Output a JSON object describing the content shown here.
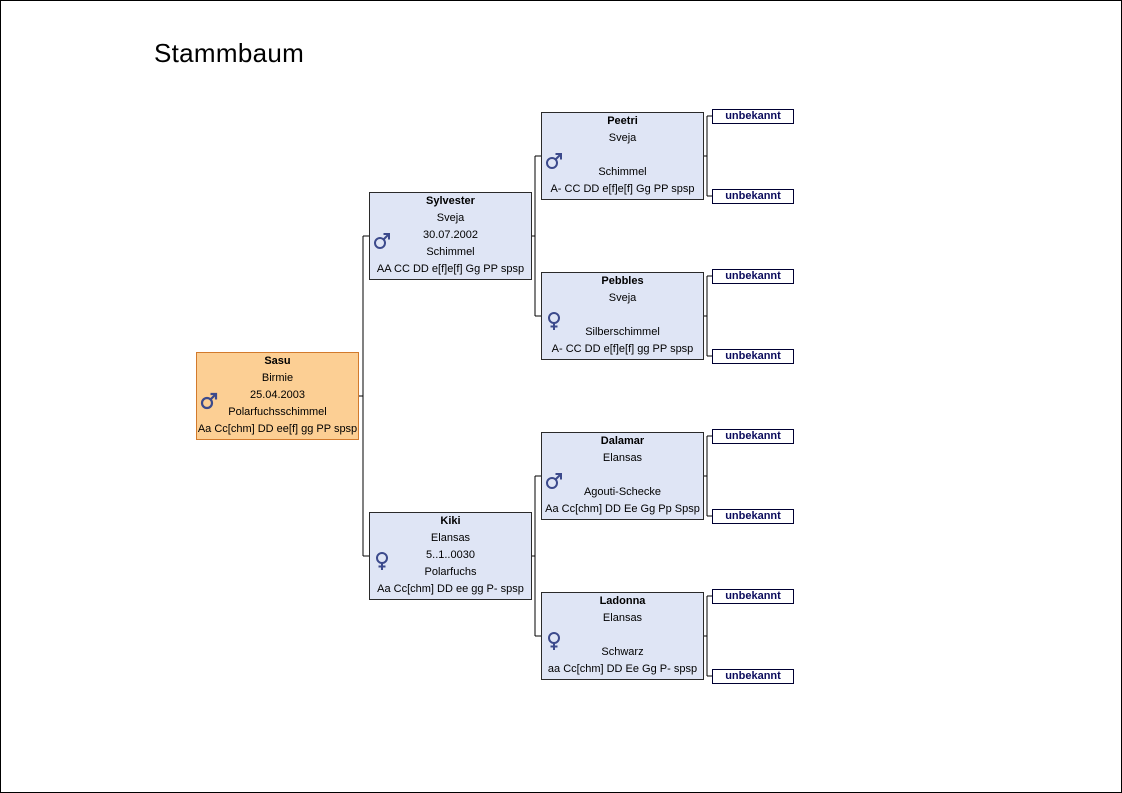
{
  "title": "Stammbaum",
  "root": {
    "name": "Sasu",
    "line2": "Birmie",
    "line3": "25.04.2003",
    "line4": "Polarfuchsschimmel",
    "line5": "Aa Cc[chm] DD ee[f] gg PP spsp",
    "sex": "male"
  },
  "father": {
    "name": "Sylvester",
    "line2": "Sveja",
    "line3": "30.07.2002",
    "line4": "Schimmel",
    "line5": "AA CC DD e[f]e[f] Gg PP spsp",
    "sex": "male"
  },
  "mother": {
    "name": "Kiki",
    "line2": "Elansas",
    "line3": "5..1..0030",
    "line4": "Polarfuchs",
    "line5": "Aa Cc[chm] DD ee gg P- spsp",
    "sex": "female"
  },
  "ff": {
    "name": "Peetri",
    "line2": "Sveja",
    "line3": "",
    "line4": "Schimmel",
    "line5": "A- CC DD e[f]e[f] Gg PP spsp",
    "sex": "male"
  },
  "fm": {
    "name": "Pebbles",
    "line2": "Sveja",
    "line3": "",
    "line4": "Silberschimmel",
    "line5": "A-  CC DD e[f]e[f] gg PP spsp",
    "sex": "female"
  },
  "mf": {
    "name": "Dalamar",
    "line2": "Elansas",
    "line3": "",
    "line4": "Agouti-Schecke",
    "line5": "Aa Cc[chm] DD Ee Gg Pp Spsp",
    "sex": "male"
  },
  "mm": {
    "name": "Ladonna",
    "line2": "Elansas",
    "line3": "",
    "line4": "Schwarz",
    "line5": "aa Cc[chm] DD Ee Gg P- spsp",
    "sex": "female"
  },
  "unknown_label": "unbekannt",
  "colors": {
    "node_bg": "#dfe5f5",
    "root_bg": "#fccf94",
    "root_border": "#d27a2c",
    "symbol": "#3c4a8c",
    "unknown_text": "#0b0b5c"
  }
}
